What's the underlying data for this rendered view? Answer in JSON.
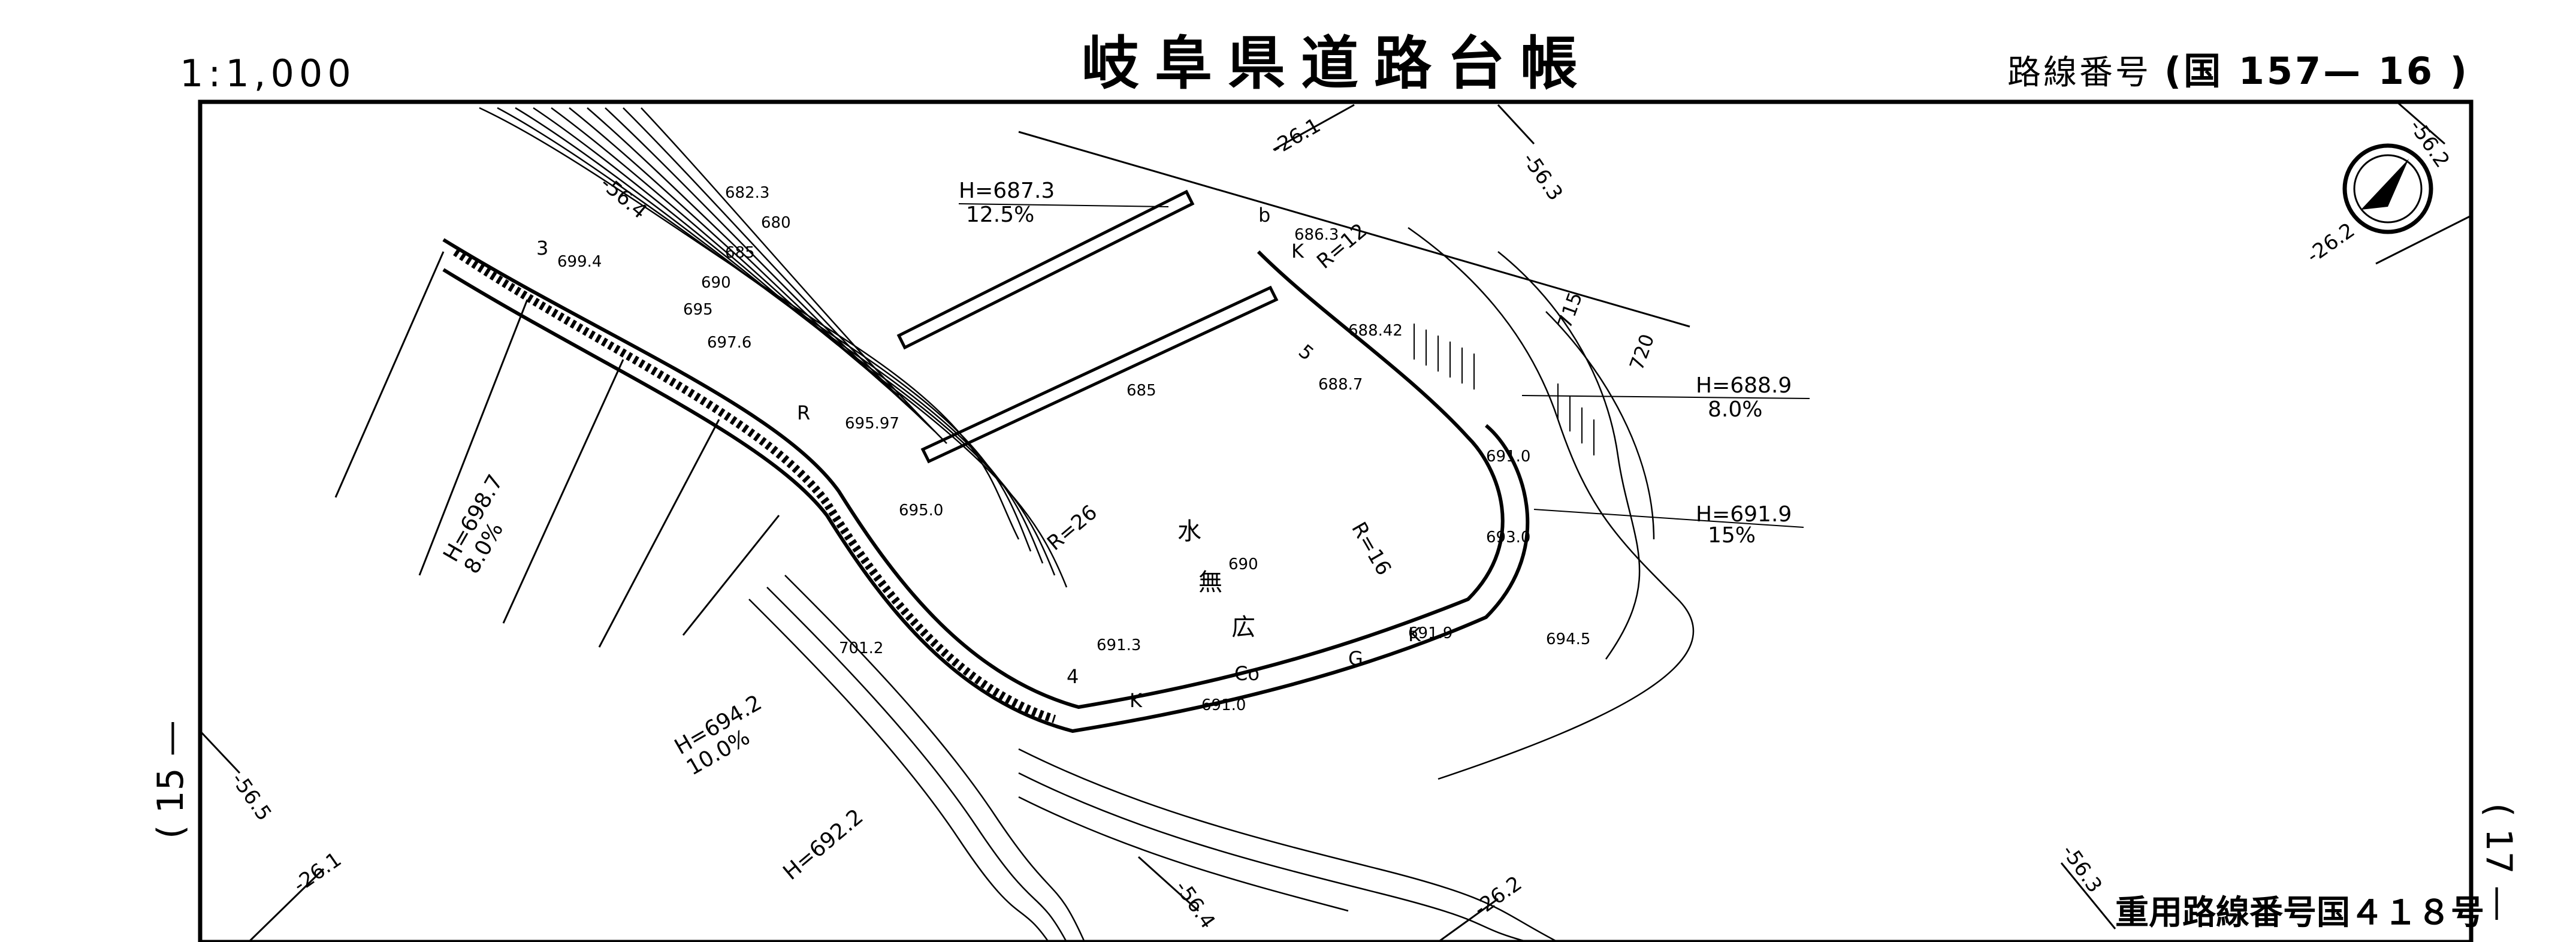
{
  "header": {
    "scale": "1:1,000",
    "title": "岐阜県道路台帳",
    "route_label": "路線番号",
    "route_number": "(国 157— 16 )"
  },
  "page": {
    "left": "( 15 —",
    "right": "( 17 —"
  },
  "overlap_note": "重用路線番号国４１８号",
  "grid": [
    "-56.4",
    "-26.1",
    "-56.3",
    "-56.2",
    "-26.2",
    "-56.5",
    "-26.1",
    "-56.4",
    "-26.2",
    "-56.3"
  ],
  "road_grades": [
    {
      "h": "H=687.3",
      "g": "12.5%"
    },
    {
      "h": "H=688.9",
      "g": "8.0%"
    },
    {
      "h": "H=691.9",
      "g": "15%"
    },
    {
      "h": "H=698.7",
      "g": "8.0%"
    },
    {
      "h": "H=694.2",
      "g": "10.0%"
    },
    {
      "h": "H=692.2",
      "g": ""
    }
  ],
  "radii": [
    "R=12",
    "R=26",
    "R=16"
  ],
  "elevations": [
    "686.3",
    "688.42",
    "688.7",
    "682.3",
    "680",
    "685",
    "690",
    "695",
    "697.6",
    "695.97",
    "699.4",
    "695.0",
    "701.2",
    "691.3",
    "691.0",
    "691.9",
    "693.0",
    "694.5",
    "691.0",
    "685",
    "690"
  ],
  "map_text": {
    "stream": "水",
    "river": "無",
    "name": "広",
    "k": "K",
    "co": "Co",
    "g": "G",
    "n3": "3",
    "n4": "4",
    "n5": "5",
    "n715": "715",
    "n720": "720",
    "r4": "R",
    "b": "b"
  },
  "north_arrow": "north-arrow"
}
